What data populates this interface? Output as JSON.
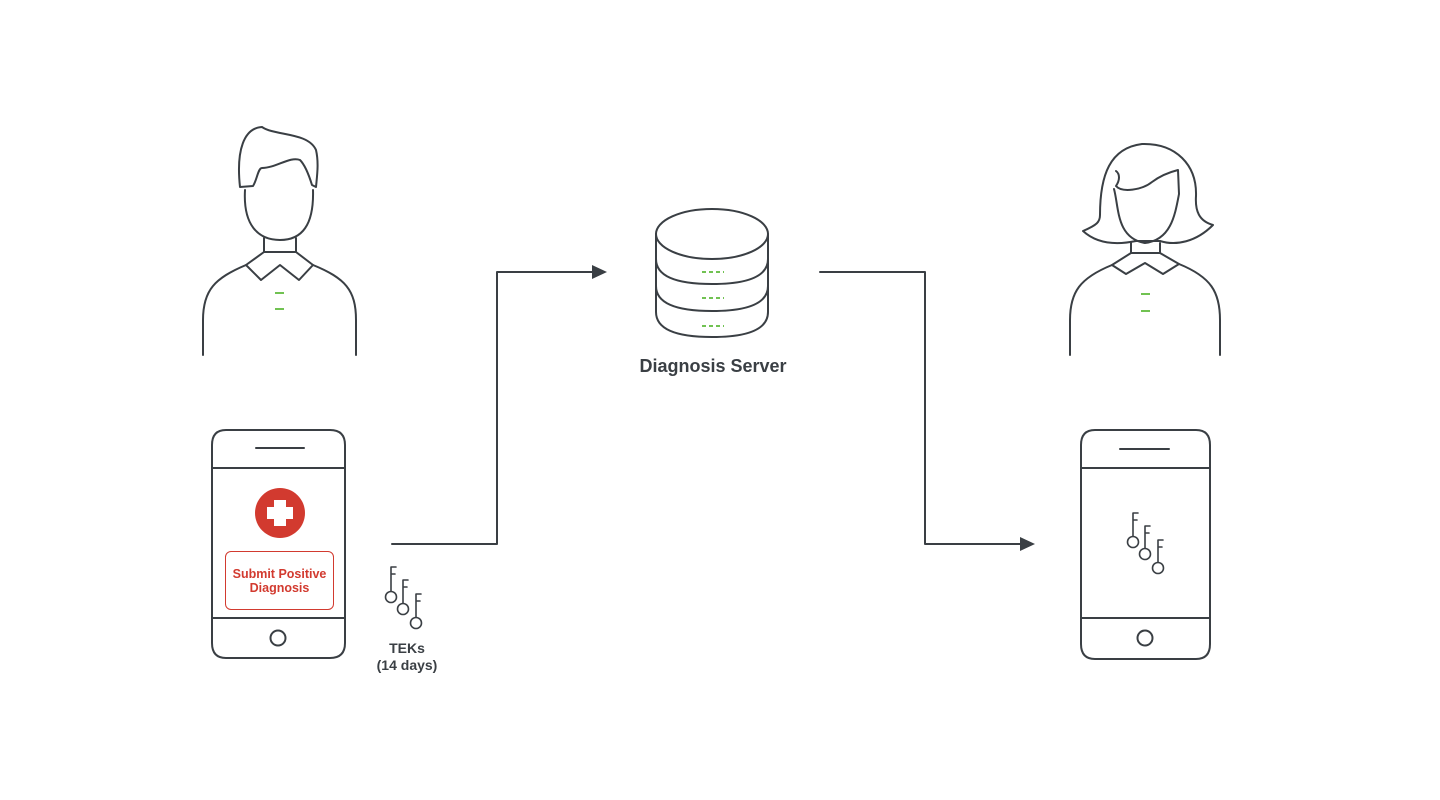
{
  "server": {
    "label": "Diagnosis Server"
  },
  "teks": {
    "label_line1": "TEKs",
    "label_line2": "(14 days)"
  },
  "sender_phone": {
    "button_label": "Submit Positive Diagnosis"
  },
  "colors": {
    "stroke": "#3a3f44",
    "accent": "#5db93a",
    "alert": "#d23a2f"
  },
  "icons": [
    "man-icon",
    "woman-icon",
    "phone-icon",
    "medical-cross-icon",
    "server-icon",
    "keys-icon",
    "arrow-icon"
  ]
}
